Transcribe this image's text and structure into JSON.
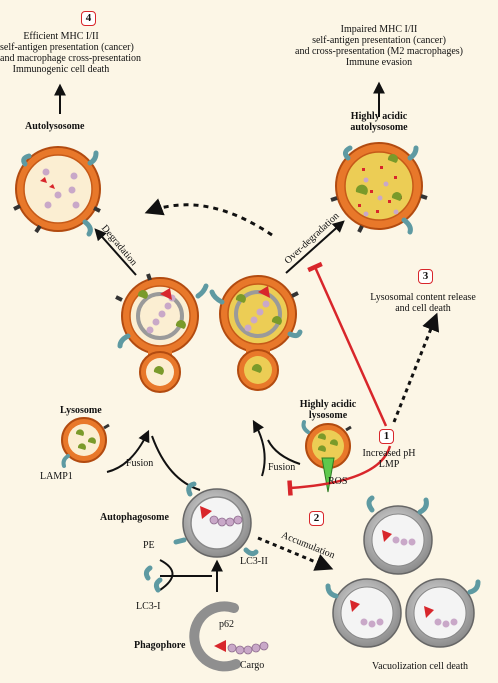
{
  "badges": {
    "b1": "1",
    "b2": "2",
    "b3": "3",
    "b4": "4"
  },
  "top_left": {
    "outcome": [
      "Efficient MHC I/II",
      "self-antigen presentation (cancer)",
      "and macrophage cross-presentation",
      "Immunogenic cell death"
    ],
    "title": "Autolysosome"
  },
  "top_right": {
    "outcome": [
      "Impaired MHC I/II",
      "self-antigen presentation (cancer)",
      "and cross-presentation (M2 macrophages)",
      "Immune evasion"
    ],
    "title": [
      "Highly acidic",
      "autolysosome"
    ]
  },
  "arrows": {
    "degradation": "Degradation",
    "over_degradation": "Over-degradation",
    "fusion_left": "Fusion",
    "fusion_right": "Fusion",
    "accumulation": "Accumulation"
  },
  "lysosome": {
    "title": "Lysosome",
    "marker": "LAMP1"
  },
  "acidic_lysosome": {
    "title": [
      "Highly acidic",
      "lysosome"
    ],
    "ros": "ROS"
  },
  "lmp": [
    "Increased pH",
    "LMP"
  ],
  "release": [
    "Lysosomal content release",
    "and cell death"
  ],
  "autophagosome": {
    "title": "Autophagosome",
    "pe": "PE",
    "lc3ii": "LC3-II",
    "lc3i": "LC3-I"
  },
  "phagophore": {
    "title": "Phagophore",
    "p62": "p62",
    "cargo": "Cargo"
  },
  "vacuolization": "Vacuolization cell death",
  "colors": {
    "lysosome_orange": "#e8782a",
    "acidic_yellow": "#e9c43a",
    "red_line": "#d8262b",
    "membrane_gray": "#9a9a9a",
    "lamp_teal": "#5e9aa2"
  }
}
